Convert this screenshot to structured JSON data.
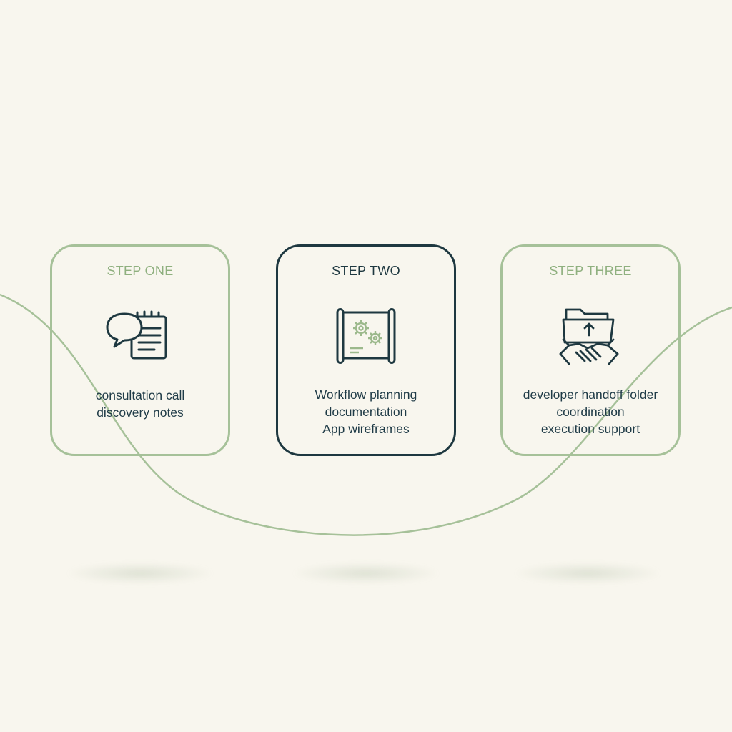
{
  "steps": [
    {
      "title": "STEP ONE",
      "icon": "chat-notes-icon",
      "lines": [
        "consultation call",
        "discovery notes"
      ]
    },
    {
      "title": "STEP TWO",
      "icon": "blueprint-gears-icon",
      "lines": [
        "Workflow planning",
        "documentation",
        "App wireframes"
      ]
    },
    {
      "title": "STEP THREE",
      "icon": "folder-handshake-icon",
      "lines": [
        "developer handoff folder",
        "coordination",
        "execution support"
      ]
    }
  ],
  "colors": {
    "background": "#f8f6ee",
    "accent_green": "#a6c199",
    "active_border": "#1e3840",
    "text_dark": "#1f3b47"
  }
}
